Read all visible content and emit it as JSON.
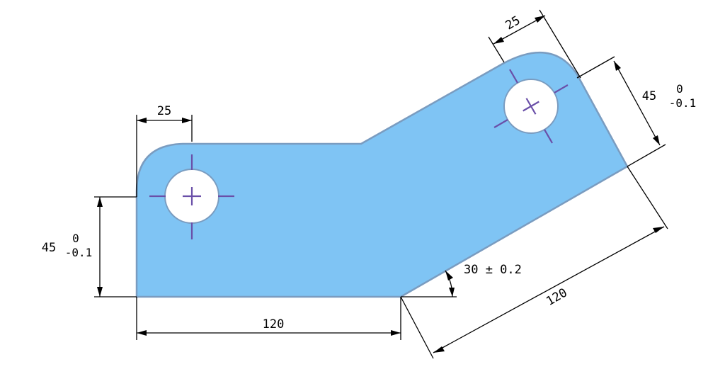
{
  "part": {
    "fill_color": "#7fc4f4",
    "outline_color": "#7a9cc0",
    "hole_fill_color": "#ffffff",
    "centerline_color": "#6a4fa8"
  },
  "dimensions": {
    "left_tab_width": "25",
    "right_tab_width": "25",
    "left_height": {
      "nominal": "45",
      "upper_tol": "0",
      "lower_tol": "-0.1"
    },
    "right_height": {
      "nominal": "45",
      "upper_tol": "0",
      "lower_tol": "-0.1"
    },
    "bottom_length": "120",
    "angled_length": "120",
    "angle": "30 ± 0.2"
  }
}
